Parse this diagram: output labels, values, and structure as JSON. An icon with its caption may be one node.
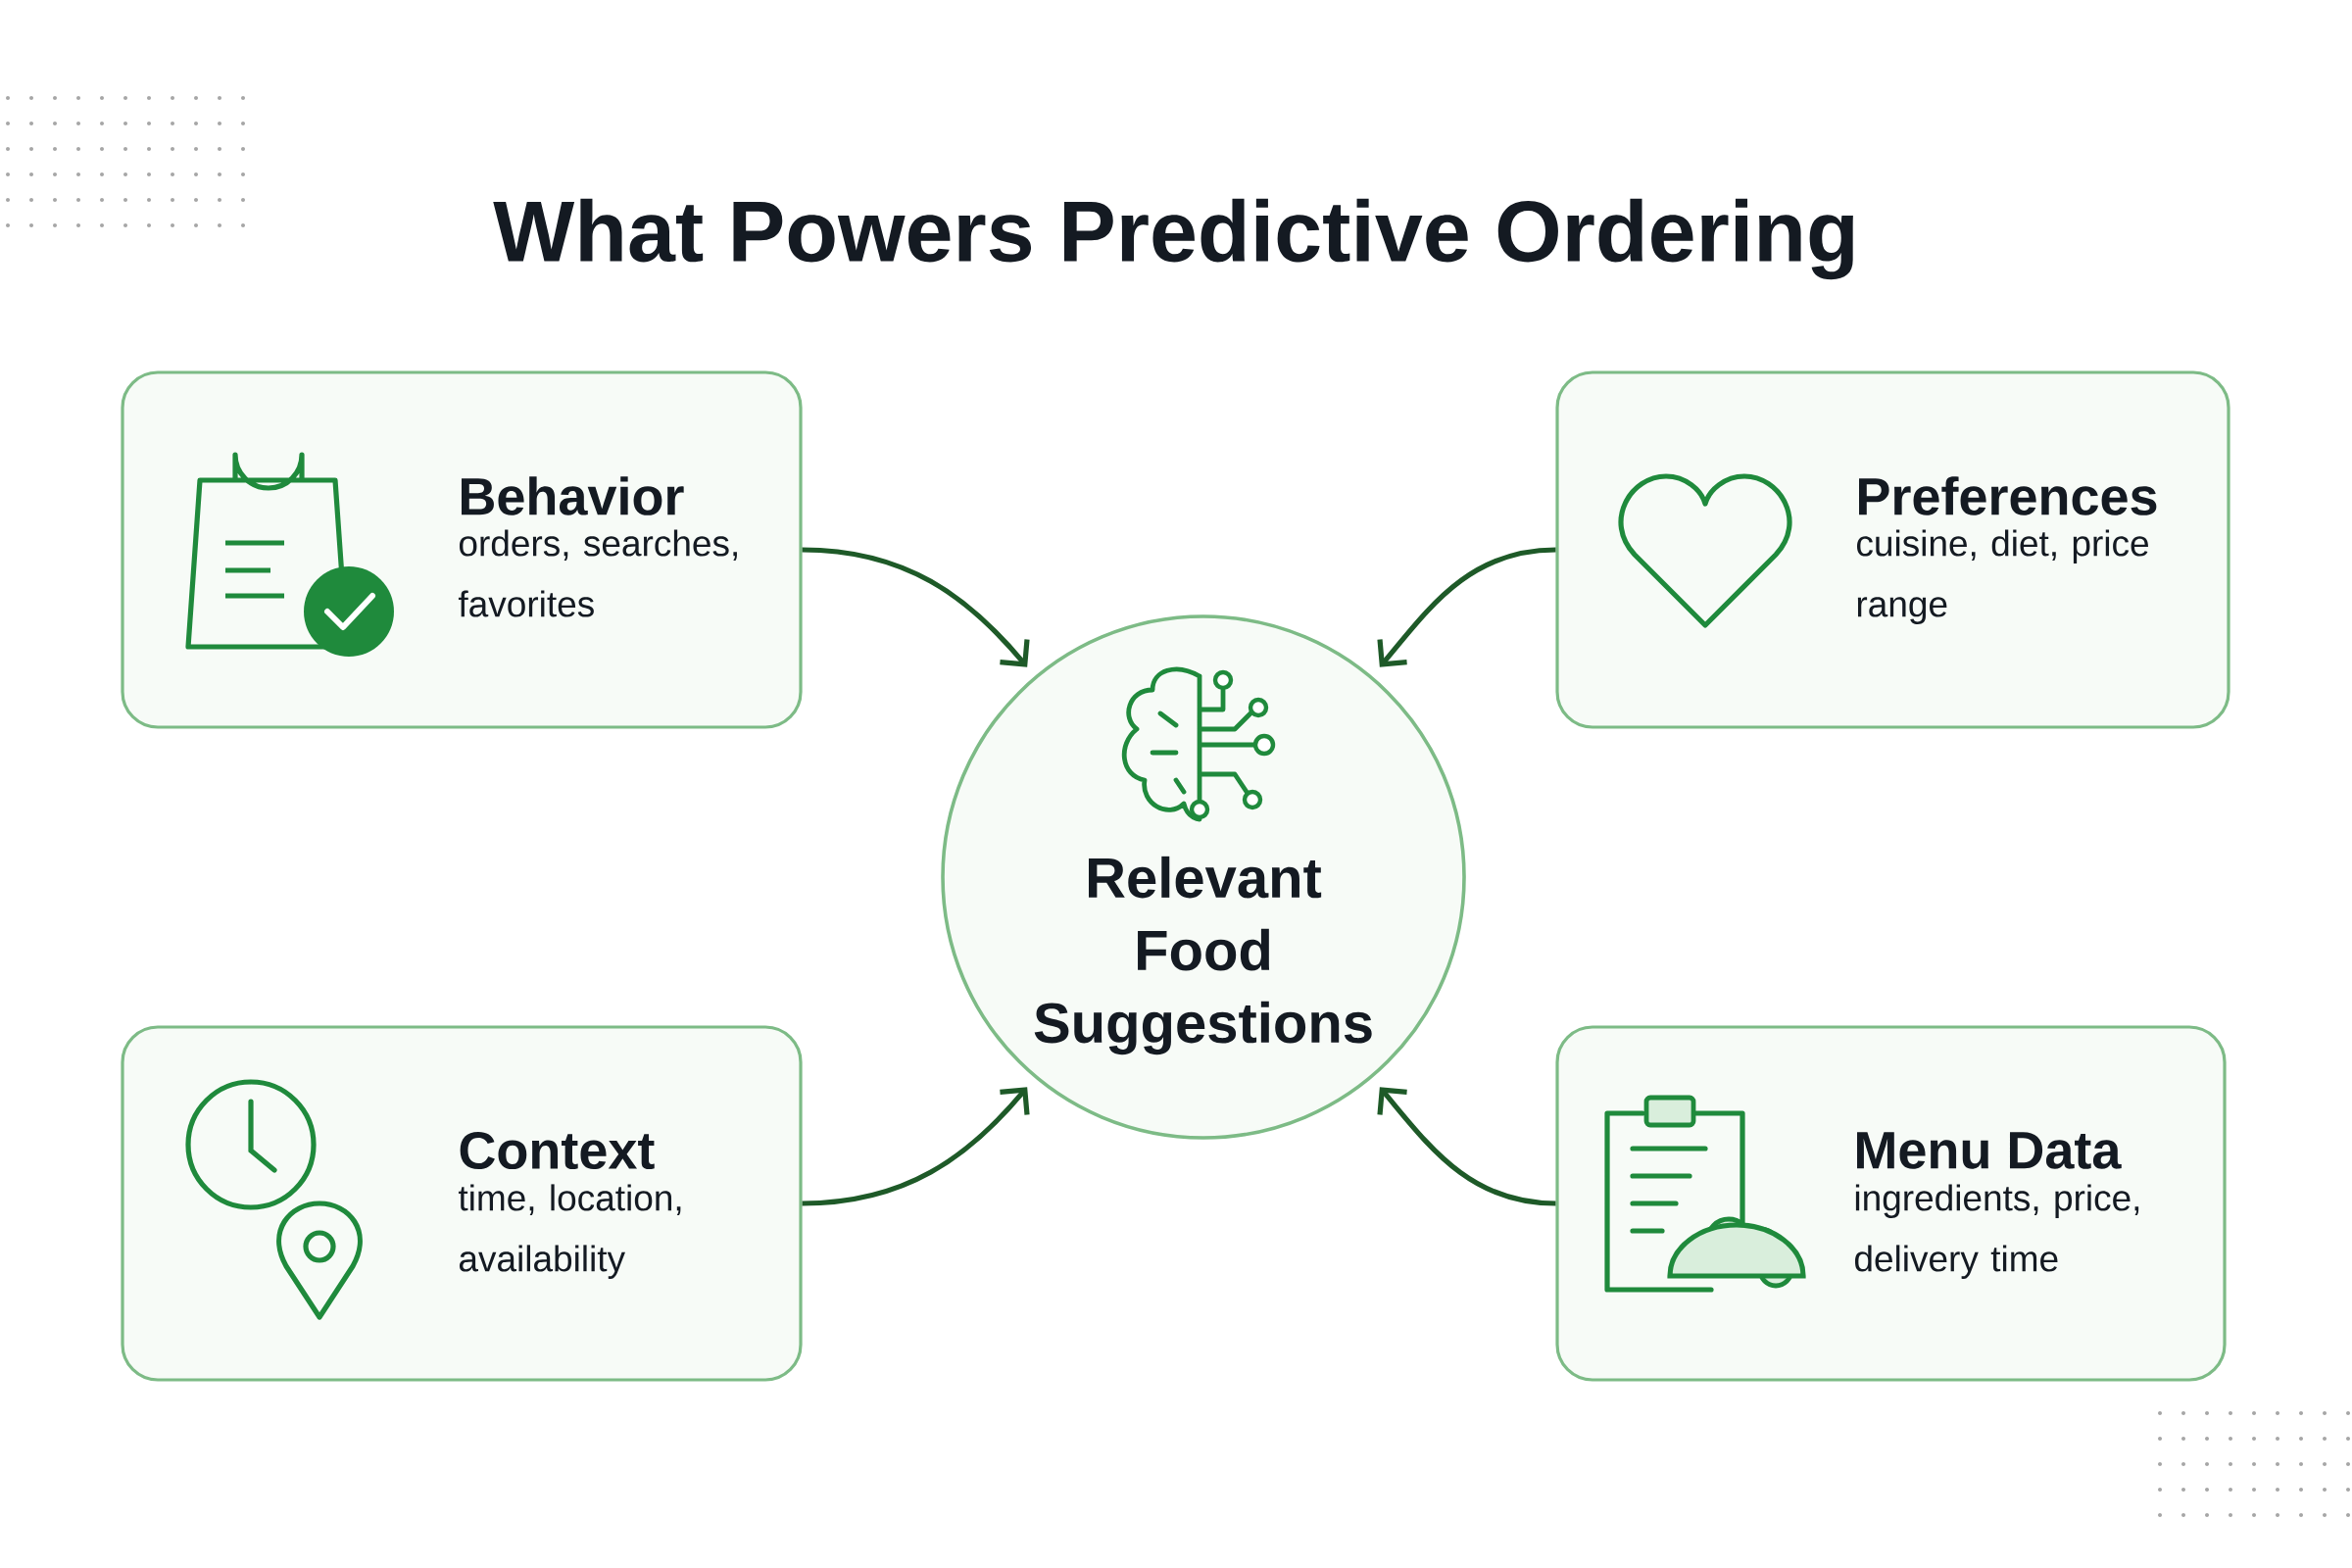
{
  "diagram": {
    "title": "What Powers Predictive Ordering",
    "nodes": [
      {
        "text": [
          "Behavior",
          "orders, searches, favorites"
        ]
      },
      {
        "text": [
          "Preferences",
          "cuisine, diet, price range"
        ]
      },
      {
        "text": [
          "Relevant Food Suggestions"
        ]
      },
      {
        "text": [
          "Context",
          "time, location, availability"
        ]
      },
      {
        "text": [
          "Menu Data",
          "ingredients, price, delivery time"
        ]
      }
    ],
    "edges": [
      {
        "from": 0,
        "to": 2,
        "arrow": "to"
      },
      {
        "from": 1,
        "to": 2,
        "arrow": "to"
      },
      {
        "from": 3,
        "to": 2,
        "arrow": "to"
      },
      {
        "from": 4,
        "to": 2,
        "arrow": "to"
      }
    ]
  }
}
